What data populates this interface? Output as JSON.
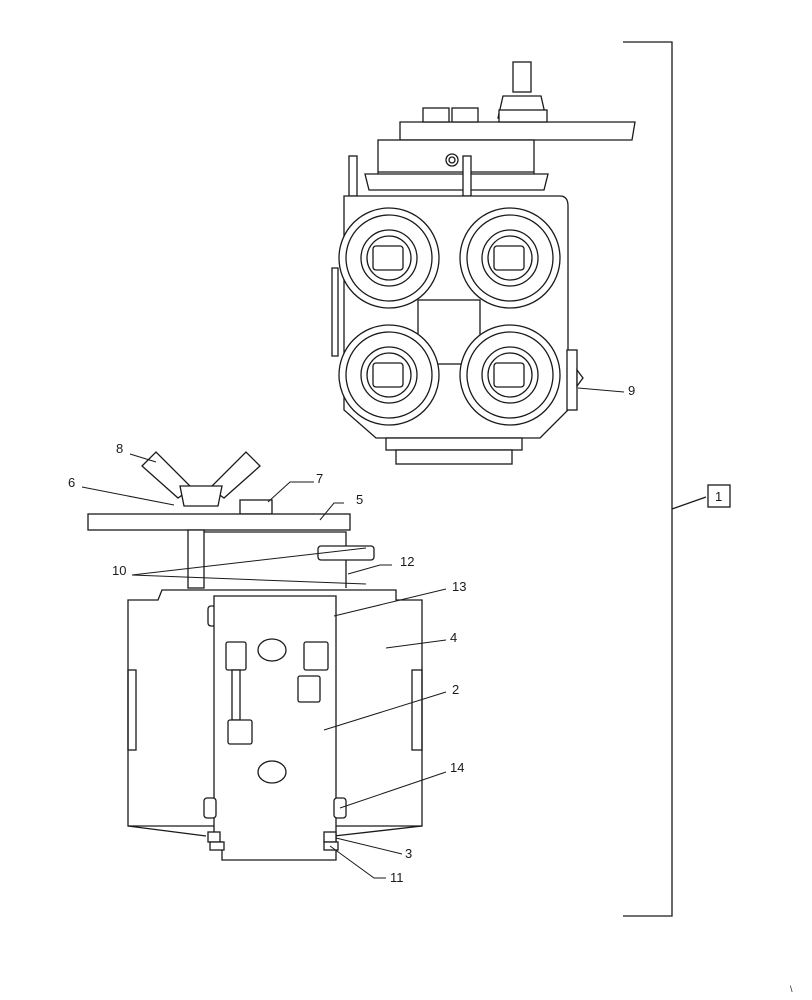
{
  "callouts": {
    "c1": "1",
    "c2": "2",
    "c3": "3",
    "c4": "4",
    "c5": "5",
    "c6": "6",
    "c7": "7",
    "c8": "8",
    "c9": "9",
    "c10": "10",
    "c11": "11",
    "c12": "12",
    "c13": "13",
    "c14": "14"
  },
  "footer_mark": "\\"
}
